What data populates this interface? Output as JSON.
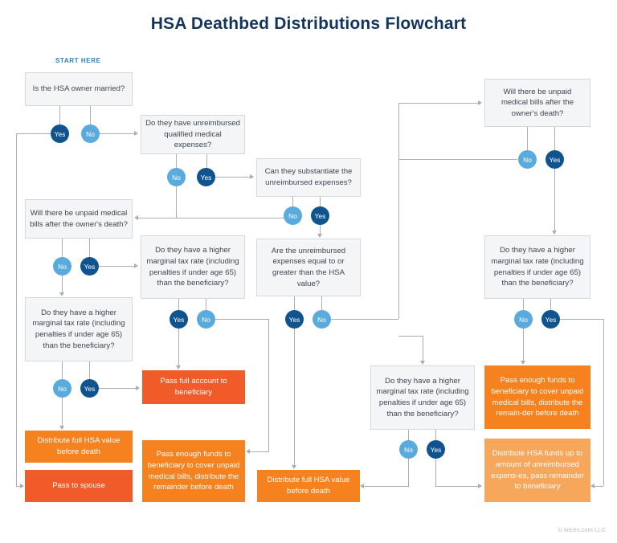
{
  "title": "HSA Deathbed Distributions Flowchart",
  "start_label": "START HERE",
  "credit": "© kitces.com LLC",
  "colors": {
    "title": "#13355c",
    "start_here": "#2f7fc1",
    "decision_box_bg": "#f4f5f7",
    "decision_box_border": "#d5d8dc",
    "yes_pill": "#10548f",
    "no_pill": "#5aabdd",
    "orange_deep": "#f15a29",
    "orange_mid": "#f5811f",
    "orange_light": "#f6a75b",
    "connector": "#a8aeb5"
  },
  "pill_labels": {
    "yes": "Yes",
    "no": "No"
  },
  "decisions": {
    "d1": "Is the HSA owner married?",
    "d2": "Do they have unreimbursed qualified medical expenses?",
    "d3": "Can they substantiate the unreimbursed expenses?",
    "d4": "Will there be unpaid medical bills after the owner's death?",
    "d5": "Do they have a higher marginal tax rate (including penalties if under age 65) than the beneficiary?",
    "d6": "Are the unreimbursed expenses equal to or greater than the HSA value?",
    "d7": "Do they have a higher marginal tax rate (including penalties if under age 65) than the beneficiary?",
    "d8": "Do they have a higher marginal tax rate (including penalties if under age 65) than the beneficiary?",
    "d9": "Will there be unpaid medical bills after the owner's death?",
    "d10": "Do they have a higher marginal tax rate (including penalties if under age 65) than the beneficiary?"
  },
  "outcomes": {
    "o1": "Pass full account to beneficiary",
    "o2": "Distribute full HSA value before death",
    "o3": "Pass to spouse",
    "o4": "Pass enough funds to beneficiary to cover unpaid medical bills, distribute the remainder before death",
    "o5": "Distribute full HSA value before death",
    "o6": "Pass enough funds to beneficiary to cover unpaid medical bills, distribute the remain-der before death",
    "o7": "Distribute HSA funds up to amount of unreimbursed expens-es, pass remainder to beneficiary"
  },
  "pills": {
    "d1_yes": "Yes",
    "d1_no": "No",
    "d2_no": "No",
    "d2_yes": "Yes",
    "d3_no": "No",
    "d3_yes": "Yes",
    "d4_no": "No",
    "d4_yes": "Yes",
    "d5_yes": "Yes",
    "d5_no": "No",
    "d6_yes": "Yes",
    "d6_no": "No",
    "d7_no": "No",
    "d7_yes": "Yes",
    "d8_no": "No",
    "d8_yes": "Yes",
    "d9_no": "No",
    "d9_yes": "Yes",
    "d10_no": "No",
    "d10_yes": "Yes"
  }
}
